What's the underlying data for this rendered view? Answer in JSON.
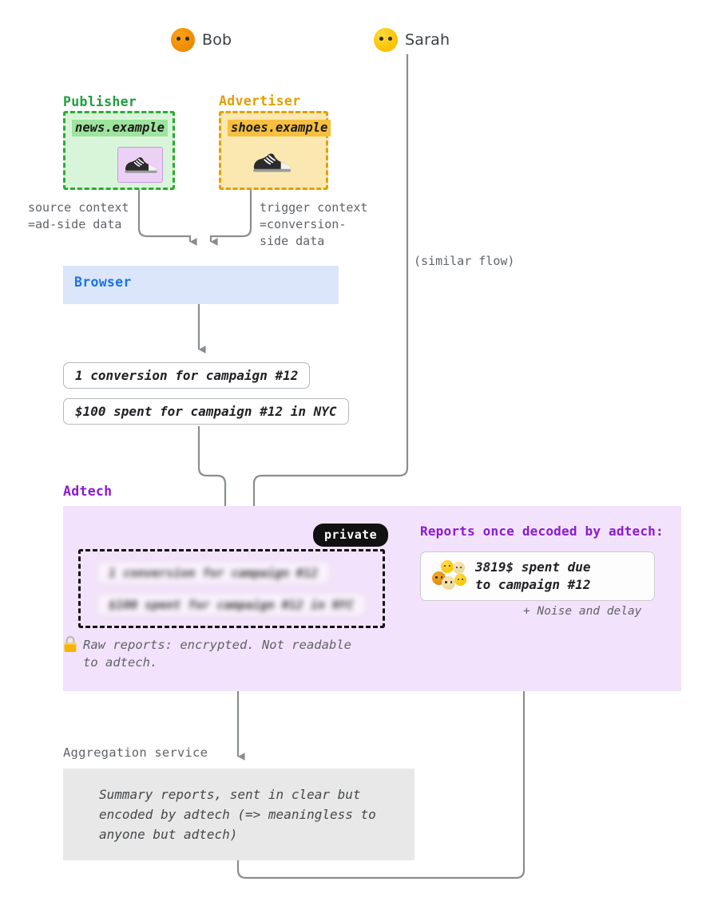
{
  "personas": [
    {
      "name": "Bob",
      "color": "#f08c00",
      "icon": "face-icon"
    },
    {
      "name": "Sarah",
      "color": "#fcc200",
      "icon": "face-icon"
    }
  ],
  "publisher": {
    "caption": "Publisher",
    "origin": "news.example",
    "accent": "#2bab33",
    "fill": "#d9f5d9",
    "chip_fill": "#9de49d",
    "ad_slot_icon": "sneaker-icon"
  },
  "advertiser": {
    "caption": "Advertiser",
    "origin": "shoes.example",
    "accent": "#e0a000",
    "fill": "#fbe7b0",
    "chip_fill": "#f6bf3f",
    "product_icon": "sneaker-icon"
  },
  "annotations": {
    "source_context": "source context\n=ad-side data",
    "trigger_context": "trigger context\n=conversion-\nside data",
    "similar_flow": "(similar flow)"
  },
  "browser": {
    "label": "Browser",
    "fill": "#dbe6fb",
    "text_color": "#1a73e8"
  },
  "raw_reports": [
    "1 conversion for campaign #12",
    "$100 spent for campaign #12 in NYC"
  ],
  "adtech": {
    "caption": "Adtech",
    "accent": "#8a1ad0",
    "fill": "#f3e2fb",
    "private_badge": "private",
    "encrypted_reports": [
      "1 conversion for campaign #12",
      "$100 spent for campaign #12 in NYC"
    ],
    "lock_icon": "lock-icon",
    "lock_note": "Raw reports: encrypted. Not readable\nto adtech.",
    "reports_heading": "Reports once decoded by adtech:",
    "decoded_report": "3819$ spent due\nto campaign #12",
    "decoded_icon": "user-cluster-icon",
    "noise_note": "+ Noise and delay"
  },
  "aggregation": {
    "label": "Aggregation service",
    "fill": "#e8e8e8",
    "summary": "Summary reports, sent in clear but\nencoded by adtech (=> meaningless to\nanyone but adtech)"
  }
}
